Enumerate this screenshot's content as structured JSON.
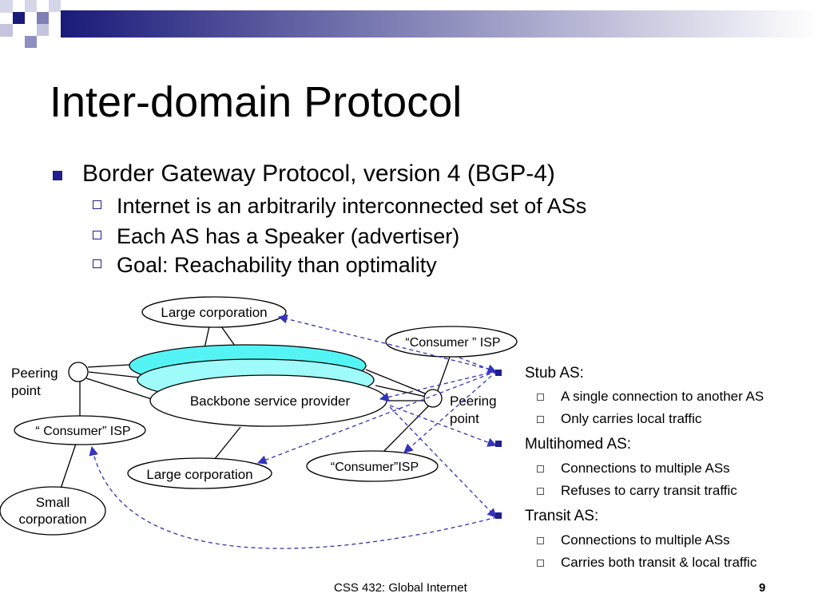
{
  "slide": {
    "title": "Inter-domain Protocol",
    "bullet": "Border Gateway Protocol, version 4 (BGP-4)",
    "subbullets": [
      "Internet is an arbitrarily interconnected set of ASs",
      "Each AS has a Speaker (advertiser)",
      "Goal: Reachability than optimality"
    ]
  },
  "diagram": {
    "nodes": {
      "large_corp_top": "Large corporation",
      "consumer_isp_top": "“Consumer  ” ISP",
      "peering_left_1": "Peering",
      "peering_left_2": "point",
      "backbone": "Backbone service provider",
      "peering_right_1": "Peering",
      "peering_right_2": "point",
      "consumer_isp_left": "“ Consumer” ISP",
      "large_corp_bottom": "Large corporation",
      "consumer_isp_bottom": "“Consumer”ISP",
      "small_corp_1": "Small",
      "small_corp_2": "corporation"
    }
  },
  "as_types": [
    {
      "name": "Stub AS:",
      "points": [
        "A single connection to another AS",
        "Only carries local traffic"
      ]
    },
    {
      "name": "Multihomed AS:",
      "points": [
        "Connections to multiple ASs",
        "Refuses to carry transit traffic"
      ]
    },
    {
      "name": "Transit AS:",
      "points": [
        "Connections to multiple ASs",
        "Carries both transit & local traffic"
      ]
    }
  ],
  "footer": {
    "course": "CSS 432: Global Internet",
    "page": "9"
  },
  "colors": {
    "accent": "#1f1f8f",
    "backbone_fill": "#55f4f4",
    "arrow": "#3333bb"
  }
}
